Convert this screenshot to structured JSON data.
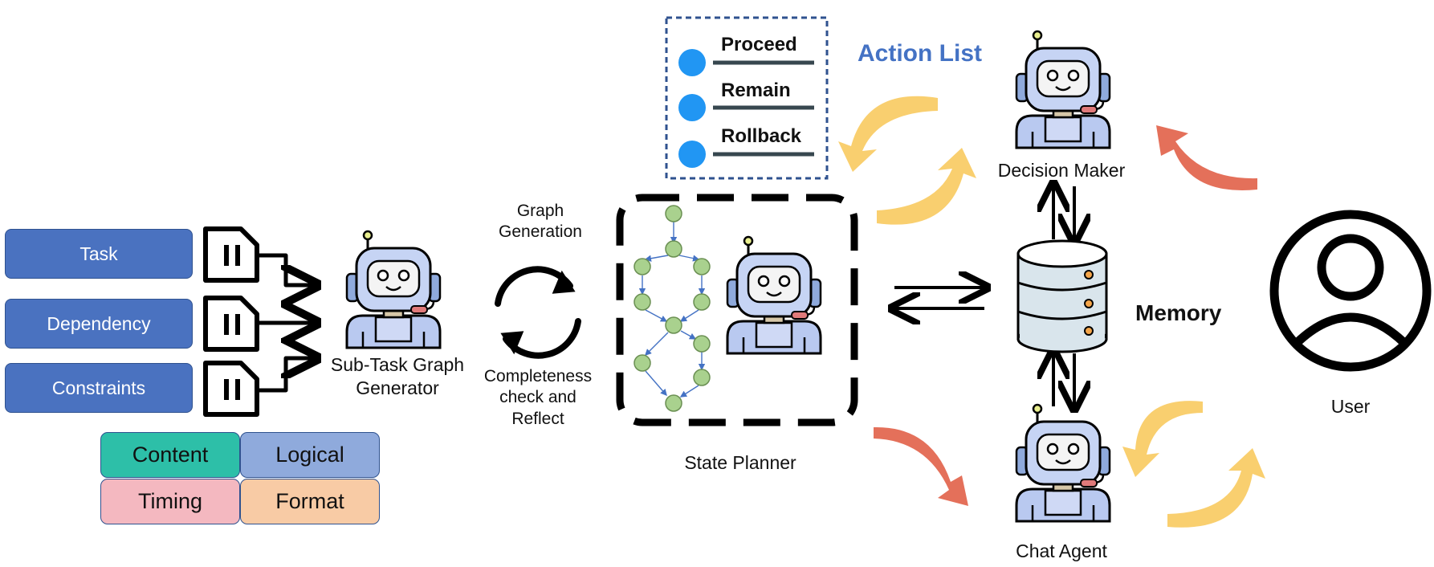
{
  "inputs": [
    "Task",
    "Dependency",
    "Constraints"
  ],
  "constraint_types": {
    "content": "Content",
    "logical": "Logical",
    "timing": "Timing",
    "format": "Format"
  },
  "generator_label": "Sub-Task Graph\nGenerator",
  "loop_top_label": "Graph\nGeneration",
  "loop_bottom_label": "Completeness\ncheck and\nReflect",
  "state_planner_label": "State Planner",
  "action_list": {
    "title": "Action List",
    "items": [
      "Proceed",
      "Remain",
      "Rollback"
    ]
  },
  "decision_maker_label": "Decision Maker",
  "memory_label": "Memory",
  "chat_agent_label": "Chat Agent",
  "user_label": "User",
  "colors": {
    "input_blue": "#4a72c0",
    "content": "#2dbfa8",
    "logical": "#8faadc",
    "timing": "#f4b8c0",
    "format": "#f8cba5",
    "action_title": "#4472c4",
    "yellow_arrow": "#f9cf6f",
    "red_arrow": "#e4705a",
    "node_fill": "#a9d18e"
  }
}
